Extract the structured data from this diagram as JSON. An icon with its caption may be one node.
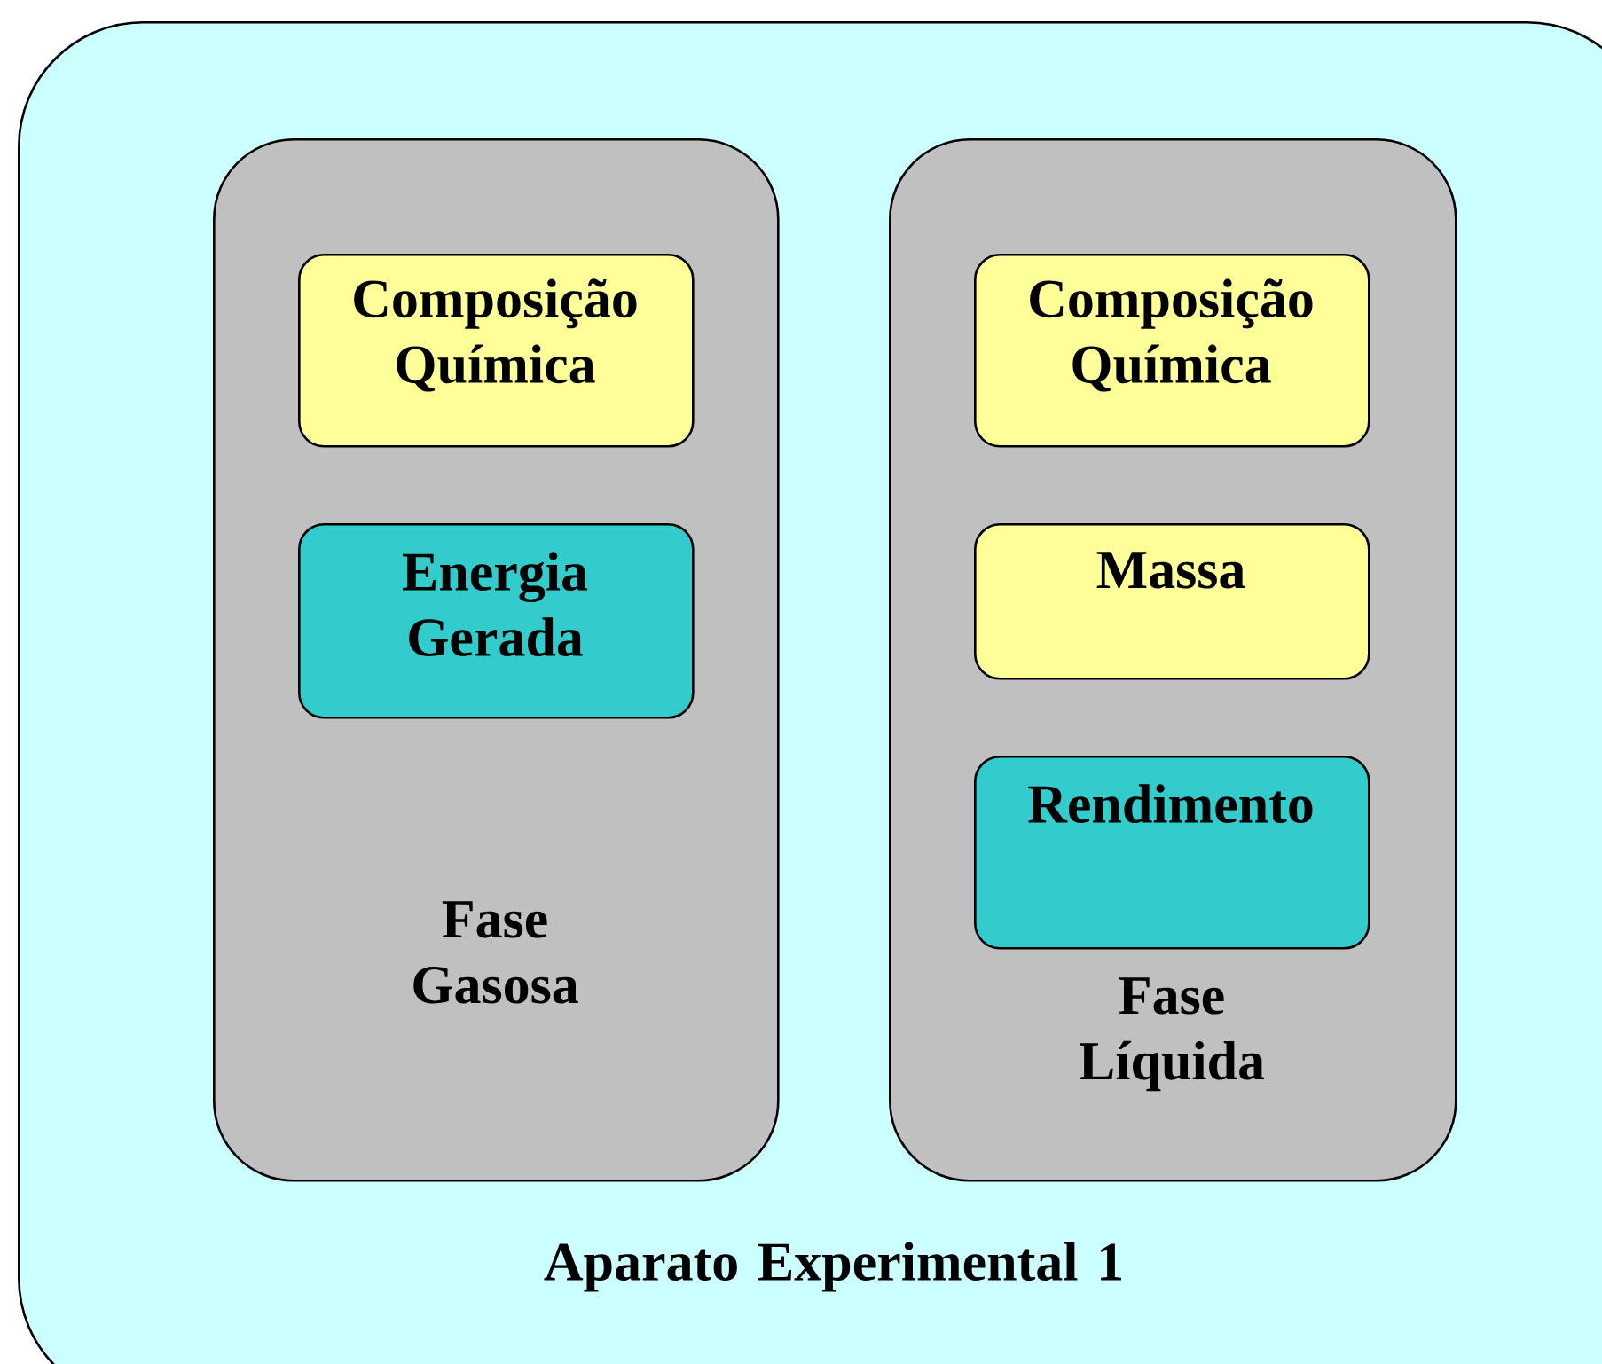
{
  "diagram": {
    "nodes": [
      {
        "text": [
          "Aparato Experimental 1"
        ]
      },
      {
        "text": [
          "Fase Gasosa"
        ],
        "in": 0
      },
      {
        "text": [
          "Composição Química"
        ],
        "in": 1
      },
      {
        "text": [
          "Energia Gerada"
        ],
        "in": 1
      },
      {
        "text": [
          "Fase Líquida"
        ],
        "in": 0
      },
      {
        "text": [
          "Composição Química"
        ],
        "in": 4
      },
      {
        "text": [
          "Massa"
        ],
        "in": 4
      },
      {
        "text": [
          "Rendimento"
        ],
        "in": 4
      }
    ]
  }
}
